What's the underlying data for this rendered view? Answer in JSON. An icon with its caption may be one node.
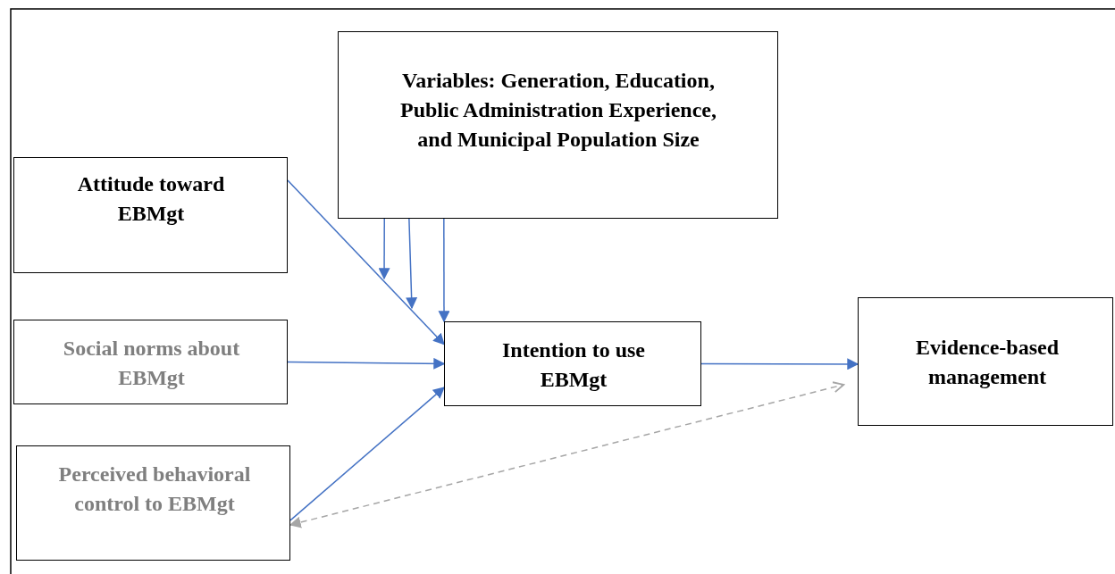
{
  "diagram": {
    "nodes": [
      {
        "text": [
          "Variables: Generation, Education, Public Administration Experience, and Municipal Population Size"
        ]
      },
      {
        "text": [
          "Attitude toward EBMgt"
        ]
      },
      {
        "text": [
          "Social norms about EBMgt"
        ]
      },
      {
        "text": [
          "Perceived behavioral control to EBMgt"
        ]
      },
      {
        "text": [
          "Intention to use EBMgt"
        ]
      },
      {
        "text": [
          "Evidence-based management"
        ]
      }
    ],
    "edges": [
      {
        "from": 1,
        "to": 4,
        "arrow": "to"
      },
      {
        "from": 2,
        "to": 4,
        "arrow": "to"
      },
      {
        "from": 3,
        "to": 4,
        "arrow": "to"
      },
      {
        "from": 4,
        "to": 5,
        "arrow": "to"
      },
      {
        "from": 3,
        "to": 5,
        "arrow": "both",
        "style": "dashed",
        "color": "#a6a6a6"
      },
      {
        "from": 0,
        "to": null,
        "arrow": "to"
      },
      {
        "from": 0,
        "to": null,
        "arrow": "to"
      },
      {
        "from": 0,
        "to": 4,
        "arrow": "to"
      }
    ]
  }
}
